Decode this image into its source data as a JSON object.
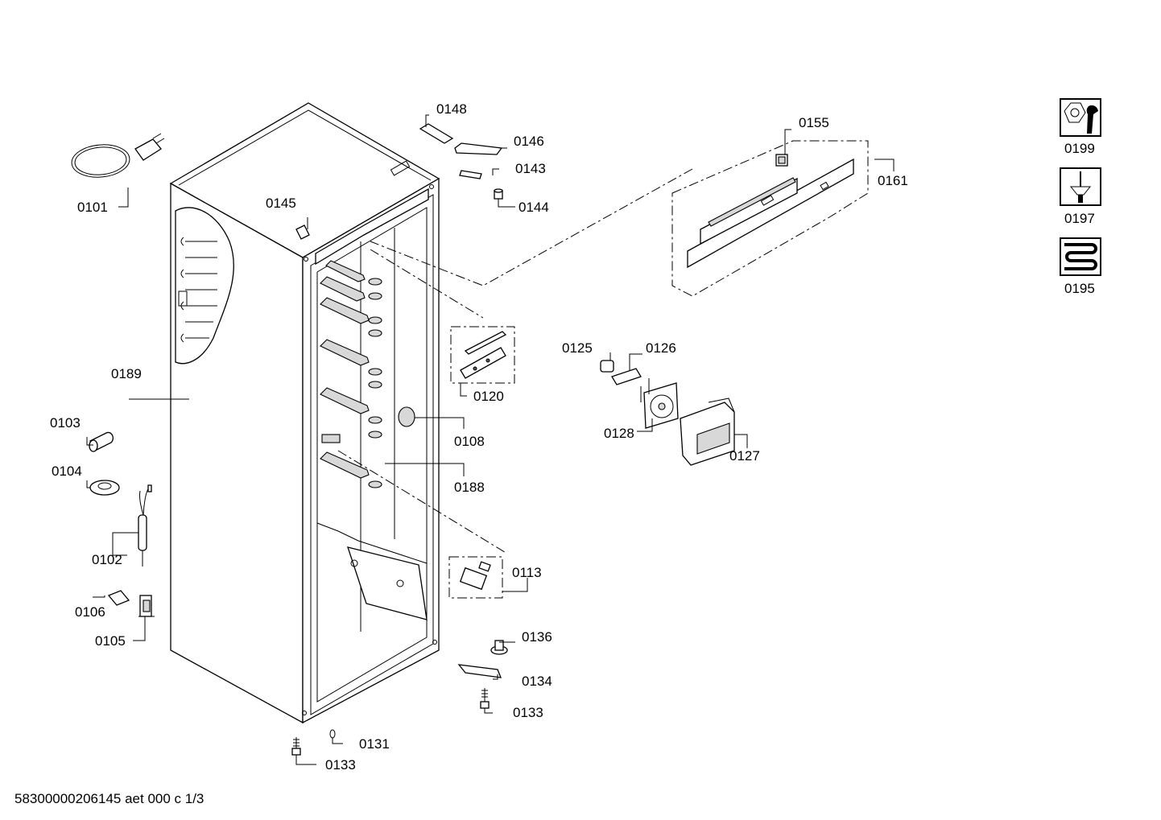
{
  "diagram": {
    "labels": {
      "p0101": "0101",
      "p0102": "0102",
      "p0103": "0103",
      "p0104": "0104",
      "p0105": "0105",
      "p0106": "0106",
      "p0108": "0108",
      "p0113": "0113",
      "p0120": "0120",
      "p0125": "0125",
      "p0126": "0126",
      "p0127": "0127",
      "p0128": "0128",
      "p0131": "0131",
      "p0133a": "0133",
      "p0133b": "0133",
      "p0134": "0134",
      "p0136": "0136",
      "p0143": "0143",
      "p0144": "0144",
      "p0145": "0145",
      "p0146": "0146",
      "p0148": "0148",
      "p0155": "0155",
      "p0161": "0161",
      "p0188": "0188",
      "p0189": "0189"
    },
    "icons": [
      {
        "label": "0199",
        "icon": "wrench-nut-icon"
      },
      {
        "label": "0197",
        "icon": "screwdriver-icon"
      },
      {
        "label": "0195",
        "icon": "heating-coil-icon"
      }
    ],
    "footer": "58300000206145 aet 000 c 1/3"
  }
}
